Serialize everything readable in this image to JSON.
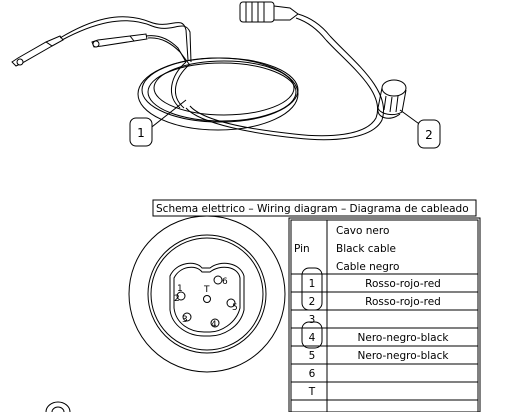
{
  "callouts": {
    "c1": "1",
    "c2": "2"
  },
  "schema_title": "Schema elettrico – Wiring diagram – Diagrama de cableado",
  "connector": {
    "pins": [
      "1",
      "2",
      "3",
      "4",
      "5",
      "6",
      "T"
    ]
  },
  "table": {
    "pin_header": "Pin",
    "cable_header": [
      "Cavo nero",
      "Black cable",
      "Cable negro"
    ],
    "rows": [
      {
        "pin": "1",
        "wire": "Rosso-rojo-red"
      },
      {
        "pin": "2",
        "wire": "Rosso-rojo-red"
      },
      {
        "pin": "3",
        "wire": ""
      },
      {
        "pin": "4",
        "wire": "Nero-negro-black"
      },
      {
        "pin": "5",
        "wire": "Nero-negro-black"
      },
      {
        "pin": "6",
        "wire": ""
      },
      {
        "pin": "T",
        "wire": ""
      }
    ]
  }
}
